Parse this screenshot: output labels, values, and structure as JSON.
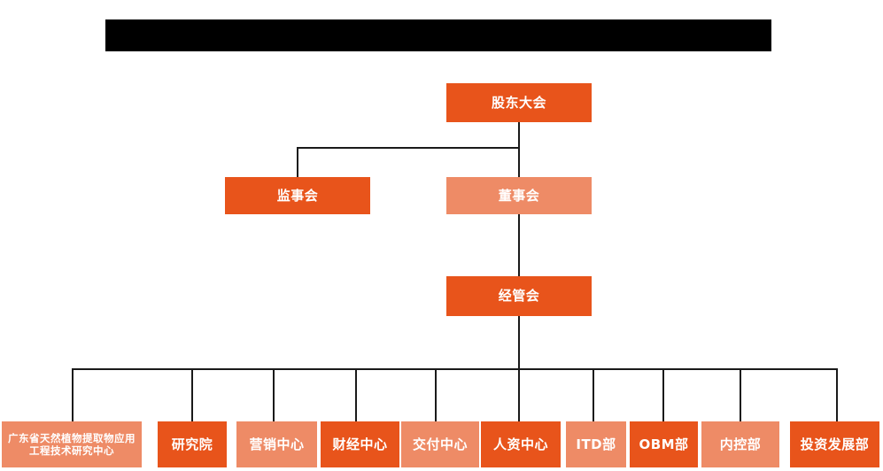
{
  "banner": {
    "name": "redacted-title-bar",
    "text": "",
    "color": "#000000"
  },
  "colors": {
    "background": "#ffffff",
    "node_dark": "#E8541B",
    "node_light": "#EE8B66",
    "connector": "#1a1a1a",
    "node_text": "#ffffff"
  },
  "chart_title": "",
  "org_chart": {
    "level1": [
      {
        "id": "shareholders-meeting",
        "label": "股东大会",
        "shade": "dark"
      }
    ],
    "level2": [
      {
        "id": "board-of-supervisors",
        "label": "监事会",
        "shade": "dark"
      },
      {
        "id": "board-of-directors",
        "label": "董事会",
        "shade": "light"
      }
    ],
    "level3": [
      {
        "id": "management-committee",
        "label": "经管会",
        "shade": "dark"
      }
    ],
    "level4": [
      {
        "id": "guangdong-research-center",
        "label": "广东省天然植物提取物应用工程技术研究中心",
        "shade": "light"
      },
      {
        "id": "research-institute",
        "label": "研究院",
        "shade": "dark"
      },
      {
        "id": "marketing-center",
        "label": "营销中心",
        "shade": "light"
      },
      {
        "id": "finance-center",
        "label": "财经中心",
        "shade": "dark"
      },
      {
        "id": "delivery-center",
        "label": "交付中心",
        "shade": "light"
      },
      {
        "id": "hr-center",
        "label": "人资中心",
        "shade": "dark"
      },
      {
        "id": "itd-department",
        "label": "ITD部",
        "shade": "light"
      },
      {
        "id": "obm-department",
        "label": "OBM部",
        "shade": "dark"
      },
      {
        "id": "internal-control-department",
        "label": "内控部",
        "shade": "light"
      },
      {
        "id": "investment-development-department",
        "label": "投资发展部",
        "shade": "dark"
      }
    ]
  }
}
